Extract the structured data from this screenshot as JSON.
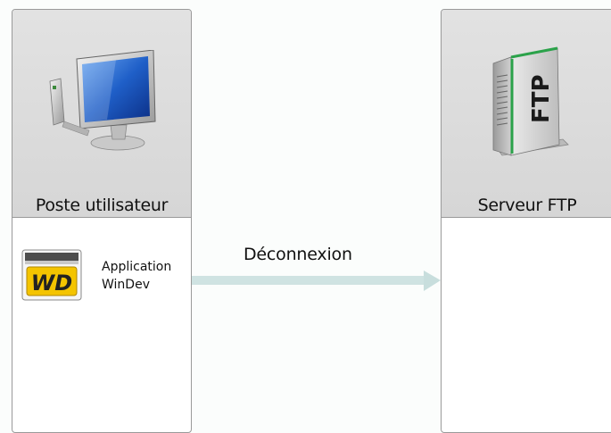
{
  "left_column": {
    "label": "Poste utilisateur",
    "icon": "computer-icon"
  },
  "right_column": {
    "label": "Serveur FTP",
    "icon": "ftp-server-icon",
    "icon_text": "FTP"
  },
  "application": {
    "icon": "windev-icon",
    "icon_text": "WD",
    "line1": "Application",
    "line2": "WinDev"
  },
  "connection": {
    "label": "Déconnexion",
    "direction": "left-to-right"
  },
  "colors": {
    "background": "#fbfdfc",
    "header": "#d9d9d9",
    "border": "#9a9a9a",
    "arrow": "#cfe3e2",
    "server_accent": "#2ba24a",
    "wd_yellow": "#f4c400"
  }
}
